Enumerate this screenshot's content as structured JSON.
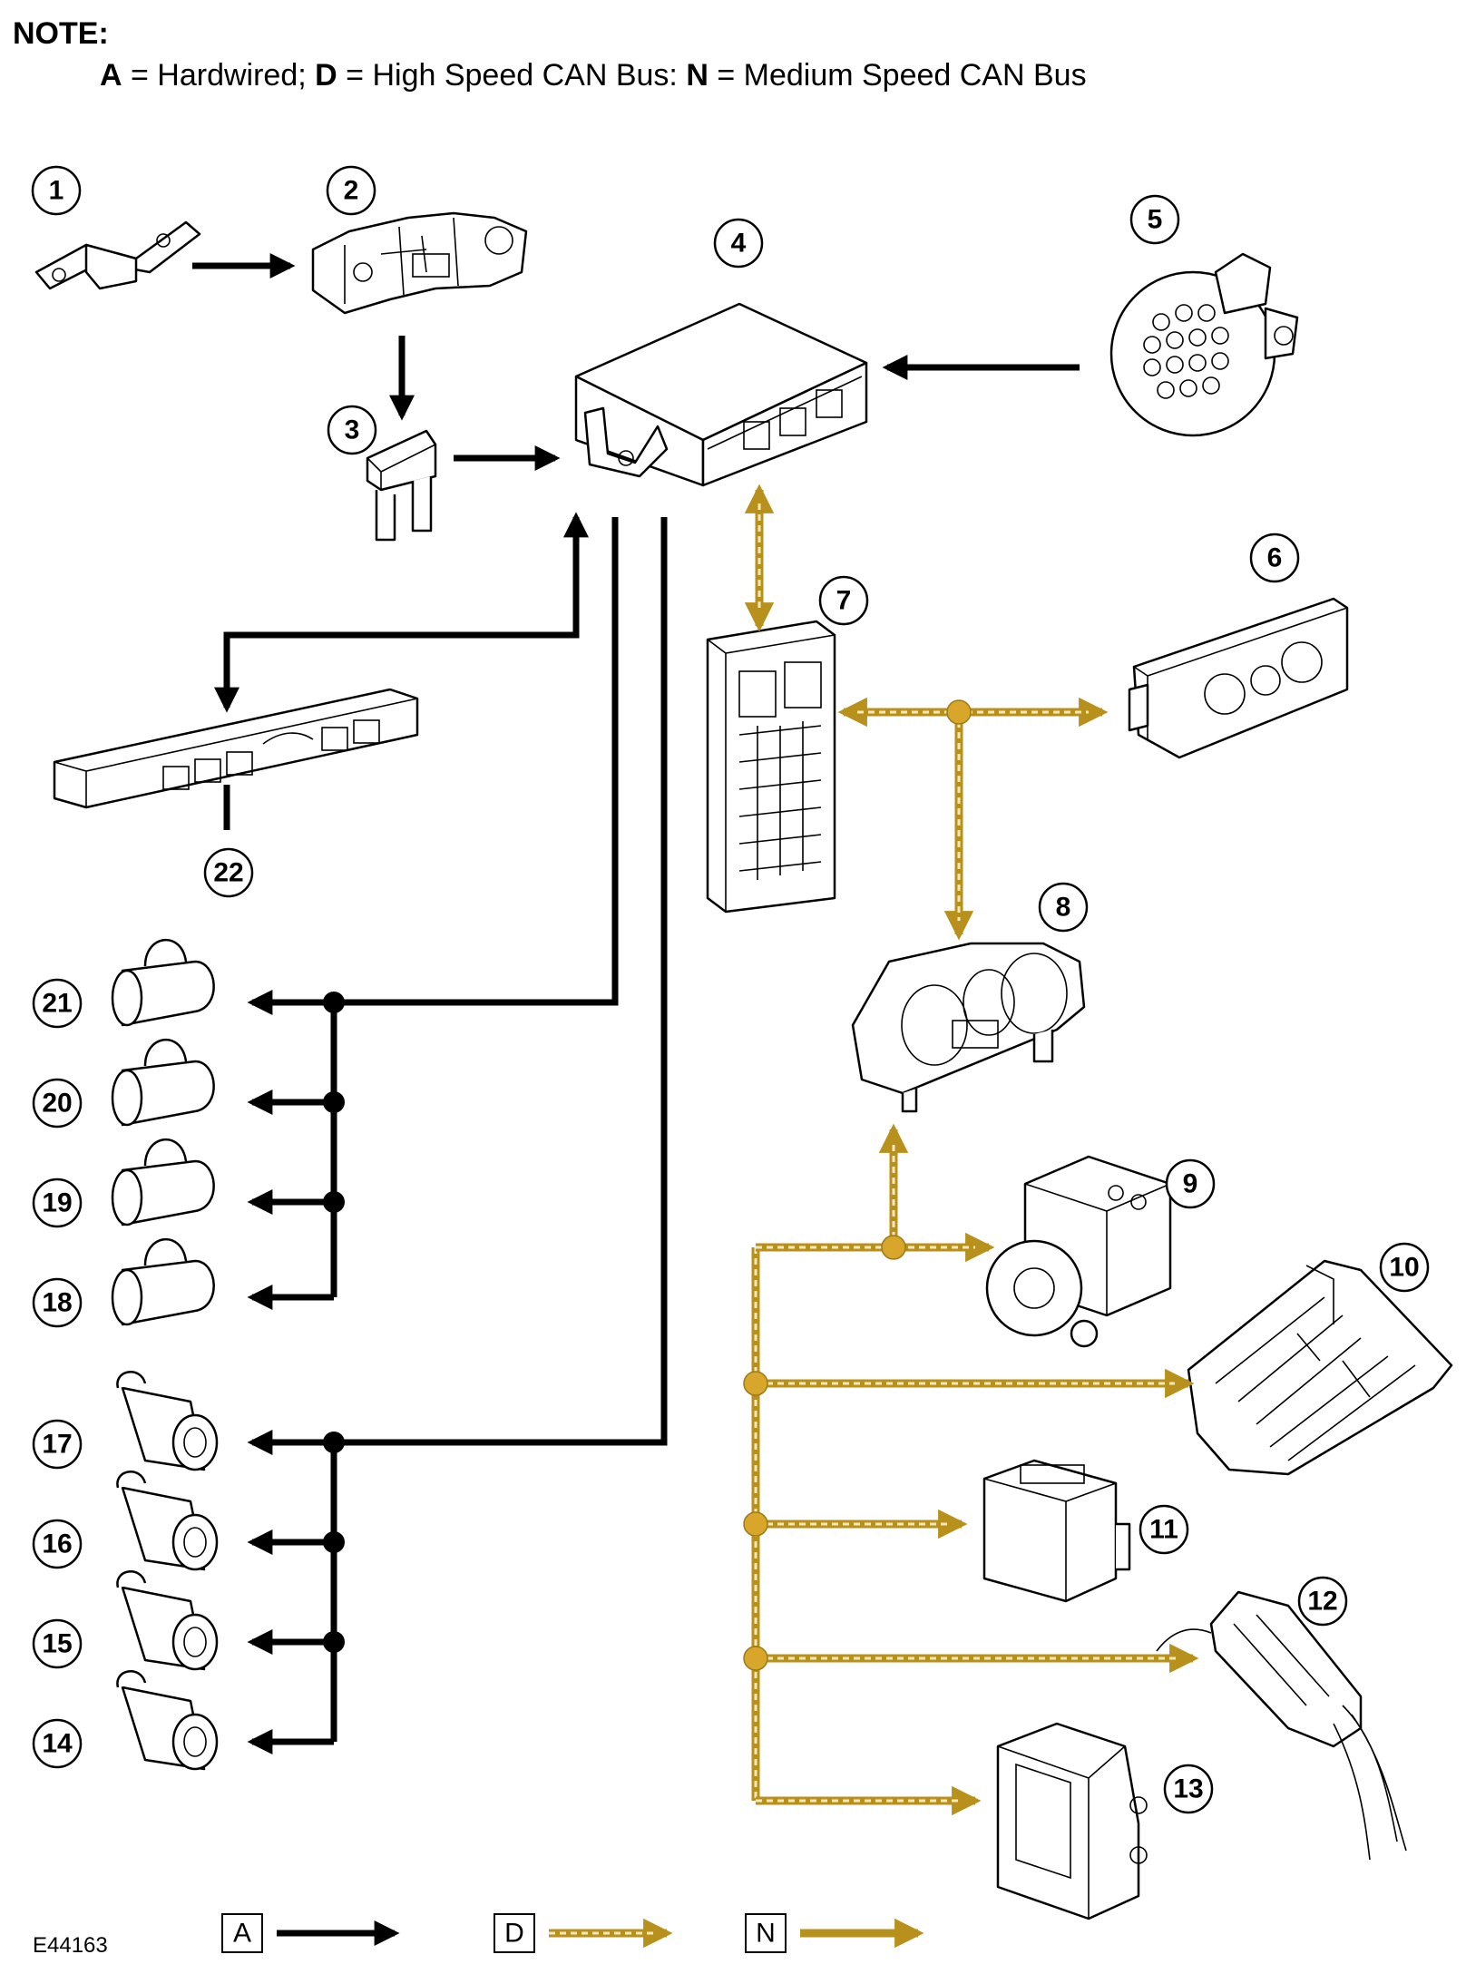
{
  "note": {
    "title": "NOTE:",
    "a_key": "A",
    "a_text": " = Hardwired; ",
    "d_key": "D",
    "d_text": " = High Speed CAN Bus: ",
    "n_key": "N",
    "n_text": " = Medium Speed CAN Bus"
  },
  "callouts": [
    "1",
    "2",
    "3",
    "4",
    "5",
    "6",
    "7",
    "8",
    "9",
    "10",
    "11",
    "12",
    "13",
    "14",
    "15",
    "16",
    "17",
    "18",
    "19",
    "20",
    "21",
    "22"
  ],
  "legend": {
    "a": "A",
    "d": "D",
    "n": "N"
  },
  "figure_ref": "E44163",
  "colors": {
    "hardwired": "#000000",
    "can_bus": "#b8901c",
    "can_node": "#d8a62b"
  }
}
